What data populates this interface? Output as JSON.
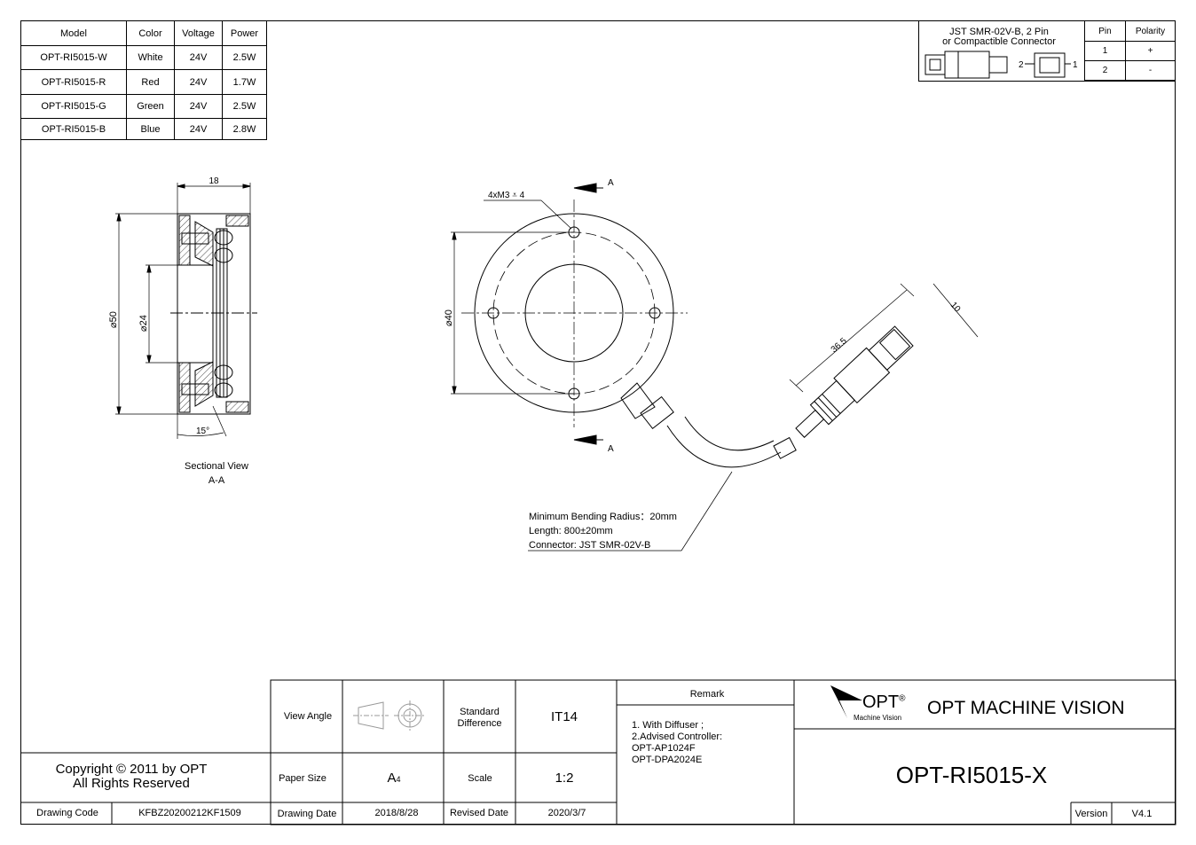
{
  "models_table": {
    "headers": [
      "Model",
      "Color",
      "Voltage",
      "Power"
    ],
    "rows": [
      [
        "OPT-RI5015-W",
        "White",
        "24V",
        "2.5W"
      ],
      [
        "OPT-RI5015-R",
        "Red",
        "24V",
        "1.7W"
      ],
      [
        "OPT-RI5015-G",
        "Green",
        "24V",
        "2.5W"
      ],
      [
        "OPT-RI5015-B",
        "Blue",
        "24V",
        "2.8W"
      ]
    ]
  },
  "connector": {
    "title_line1": "JST SMR-02V-B, 2 Pin",
    "title_line2": "or Compactible Connector",
    "pin_header": "Pin",
    "polarity_header": "Polarity",
    "rows": [
      [
        "1",
        "+"
      ],
      [
        "2",
        "-"
      ]
    ],
    "pin_left": "2",
    "pin_right": "1"
  },
  "section_view": {
    "dim_width": "18",
    "dim_outer": "50",
    "dim_inner": "24",
    "angle": "15°",
    "caption_line1": "Sectional View",
    "caption_line2": "A-A"
  },
  "front_view": {
    "hole_callout": "4xM3",
    "hole_depth": "4",
    "section_mark_top": "A",
    "section_mark_bottom": "A",
    "dim_bolt_circle": "40",
    "dim_length": "36.5",
    "dim_width": "10"
  },
  "cable_notes": {
    "bend_radius": "Minimum Bending Radius：20mm",
    "length": "Length: 800±20mm",
    "connector": "Connector: JST SMR-02V-B"
  },
  "title_block": {
    "view_angle_label": "View Angle",
    "standard_label": "Standard\nDifference",
    "standard_value": "IT14",
    "remark_label": "Remark",
    "remark_lines": [
      "1. With Diffuser ;",
      "2.Advised Controller:",
      "OPT-AP1024F",
      "OPT-DPA2024E"
    ],
    "paper_size_label": "Paper Size",
    "paper_size_value": "A",
    "paper_size_sub": "4",
    "scale_label": "Scale",
    "scale_value": "1:2",
    "drawing_date_label": "Drawing Date",
    "drawing_date_value": "2018/8/28",
    "revised_date_label": "Revised Date",
    "revised_date_value": "2020/3/7",
    "copyright_line1": "Copyright © 2011 by OPT",
    "copyright_line2": "All Rights Reserved",
    "drawing_code_label": "Drawing Code",
    "drawing_code_value": "KFBZ20200212KF1509",
    "logo_text": "OPT",
    "logo_registered": "®",
    "logo_sub": "Machine Vision",
    "company_name": "OPT MACHINE VISION",
    "part_number": "OPT-RI5015-X",
    "version_label": "Version",
    "version_value": "V4.1"
  }
}
